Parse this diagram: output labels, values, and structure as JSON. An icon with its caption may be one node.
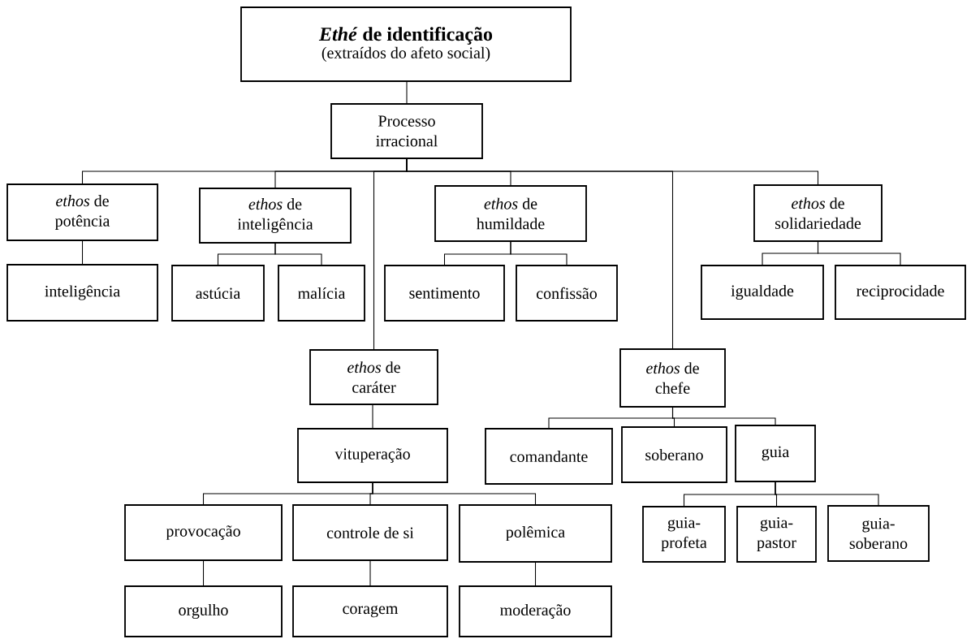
{
  "diagram": {
    "nodes": [
      {
        "text": [
          "*Ethé* de identificação",
          "(extraídos do afeto social)"
        ]
      },
      {
        "text": [
          "Processo irracional"
        ]
      },
      {
        "text": [
          "*ethos* de potência"
        ]
      },
      {
        "text": [
          "*ethos* de inteligência"
        ]
      },
      {
        "text": [
          "*ethos* de humildade"
        ]
      },
      {
        "text": [
          "*ethos* de solidariedade"
        ]
      },
      {
        "text": [
          "inteligência"
        ]
      },
      {
        "text": [
          "astúcia"
        ]
      },
      {
        "text": [
          "malícia"
        ]
      },
      {
        "text": [
          "sentimento"
        ]
      },
      {
        "text": [
          "confissão"
        ]
      },
      {
        "text": [
          "igualdade"
        ]
      },
      {
        "text": [
          "reciprocidade"
        ]
      },
      {
        "text": [
          "*ethos* de caráter"
        ]
      },
      {
        "text": [
          "*ethos* de chefe"
        ]
      },
      {
        "text": [
          "vituperação"
        ]
      },
      {
        "text": [
          "comandante"
        ]
      },
      {
        "text": [
          "soberano"
        ]
      },
      {
        "text": [
          "guia"
        ]
      },
      {
        "text": [
          "provocação"
        ]
      },
      {
        "text": [
          "controle de si"
        ]
      },
      {
        "text": [
          "polêmica"
        ]
      },
      {
        "text": [
          "guia-profeta"
        ]
      },
      {
        "text": [
          "guia-pastor"
        ]
      },
      {
        "text": [
          "guia-soberano"
        ]
      },
      {
        "text": [
          "orgulho"
        ]
      },
      {
        "text": [
          "coragem"
        ]
      },
      {
        "text": [
          "moderação"
        ]
      }
    ],
    "edges": [
      {
        "from": 0,
        "to": 1,
        "arrow": "none"
      },
      {
        "from": 1,
        "to": 2,
        "arrow": "none"
      },
      {
        "from": 1,
        "to": 3,
        "arrow": "none"
      },
      {
        "from": 1,
        "to": 13,
        "arrow": "none"
      },
      {
        "from": 1,
        "to": 4,
        "arrow": "none"
      },
      {
        "from": 1,
        "to": 14,
        "arrow": "none"
      },
      {
        "from": 1,
        "to": 5,
        "arrow": "none"
      },
      {
        "from": 2,
        "to": 6,
        "arrow": "none"
      },
      {
        "from": 3,
        "to": 7,
        "arrow": "none"
      },
      {
        "from": 3,
        "to": 8,
        "arrow": "none"
      },
      {
        "from": 4,
        "to": 9,
        "arrow": "none"
      },
      {
        "from": 4,
        "to": 10,
        "arrow": "none"
      },
      {
        "from": 5,
        "to": 11,
        "arrow": "none"
      },
      {
        "from": 5,
        "to": 12,
        "arrow": "none"
      },
      {
        "from": 13,
        "to": 15,
        "arrow": "none"
      },
      {
        "from": 14,
        "to": 16,
        "arrow": "none"
      },
      {
        "from": 14,
        "to": 17,
        "arrow": "none"
      },
      {
        "from": 14,
        "to": 18,
        "arrow": "none"
      },
      {
        "from": 15,
        "to": 19,
        "arrow": "none"
      },
      {
        "from": 15,
        "to": 20,
        "arrow": "none"
      },
      {
        "from": 15,
        "to": 21,
        "arrow": "none"
      },
      {
        "from": 18,
        "to": 22,
        "arrow": "none"
      },
      {
        "from": 18,
        "to": 23,
        "arrow": "none"
      },
      {
        "from": 18,
        "to": 24,
        "arrow": "none"
      },
      {
        "from": 19,
        "to": 25,
        "arrow": "none"
      },
      {
        "from": 20,
        "to": 26,
        "arrow": "none"
      },
      {
        "from": 21,
        "to": 27,
        "arrow": "none"
      }
    ]
  }
}
